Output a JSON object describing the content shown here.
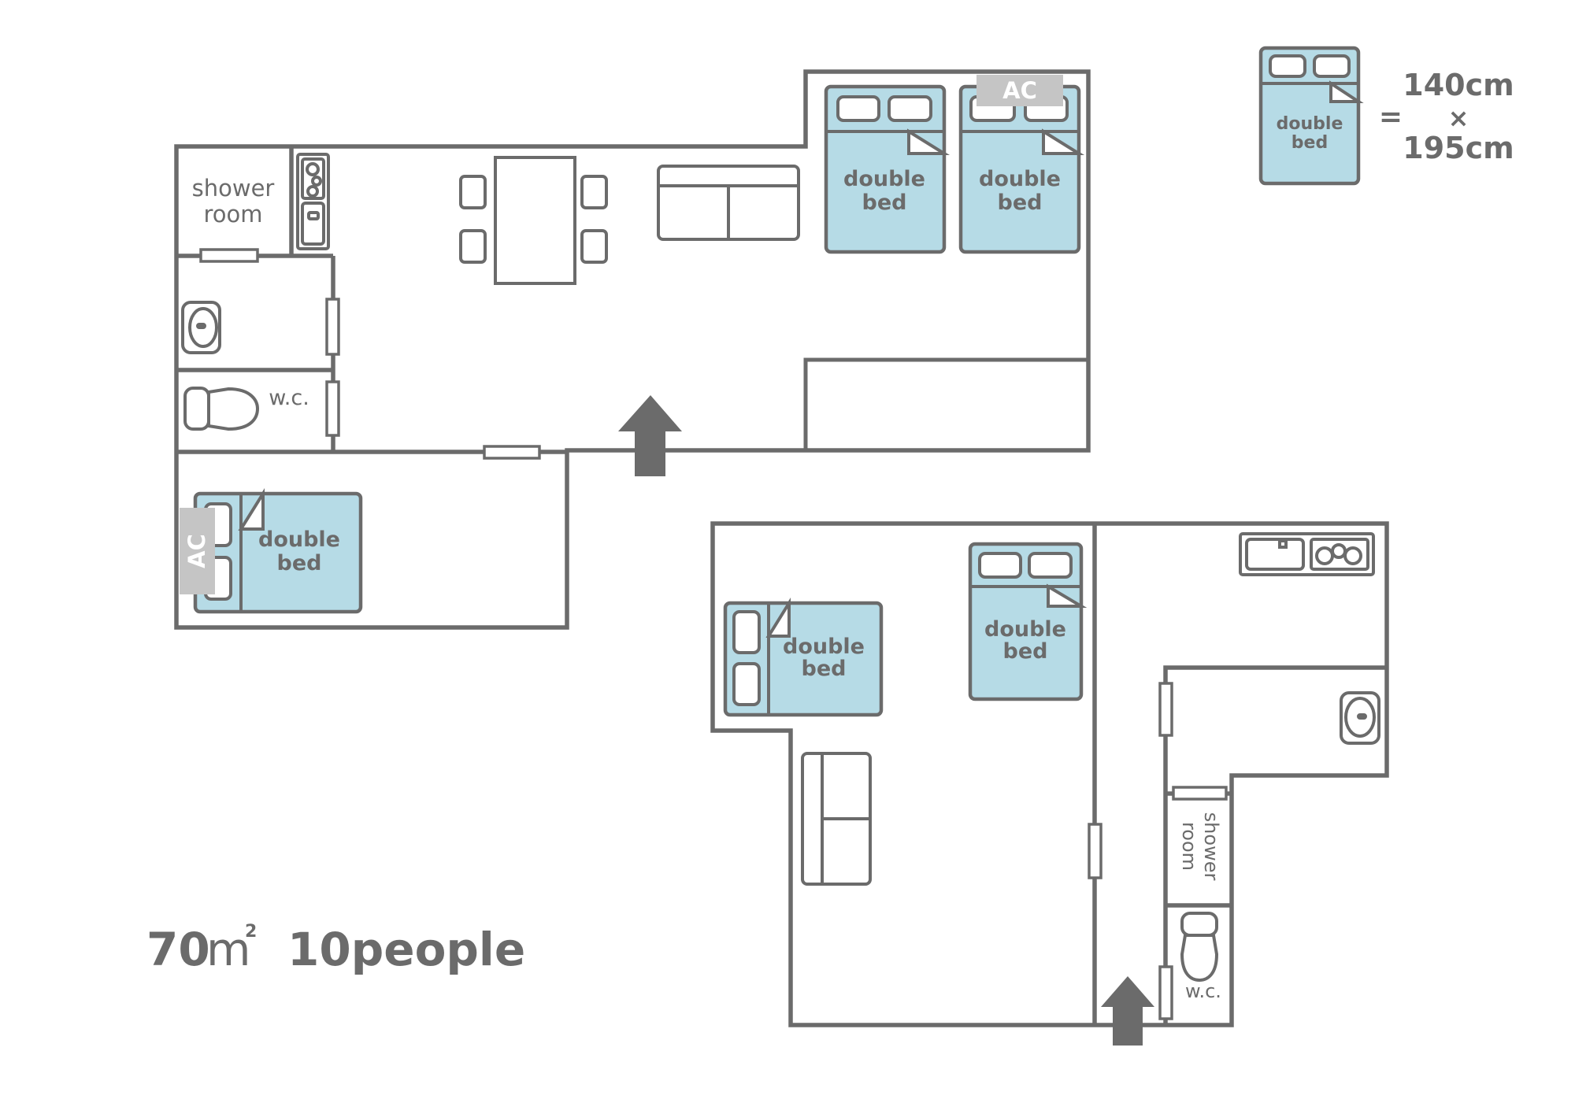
{
  "colors": {
    "wall": "#6b6b6b",
    "bed_fill": "#b6dbe6",
    "text": "#6b6b6b",
    "ac_box": "#c5c5c5",
    "ac_text": "#ffffff",
    "arrow": "#6b6b6b"
  },
  "labels": {
    "double_bed_line1": "double",
    "double_bed_line2": "bed",
    "shower_room_line1": "shower",
    "shower_room_line2": "room",
    "wc": "w.c.",
    "ac": "AC"
  },
  "legend": {
    "equals": "=",
    "width": "140cm",
    "times": "×",
    "length": "195cm"
  },
  "summary": {
    "area_value": "70",
    "area_unit": "m",
    "area_unit_sup": "2",
    "capacity": "10people"
  },
  "icons": [
    "bed-icon",
    "sink-icon",
    "toilet-icon",
    "stove-icon",
    "sofa-icon",
    "table-icon",
    "chair-icon",
    "entrance-arrow-icon",
    "door-icon"
  ]
}
